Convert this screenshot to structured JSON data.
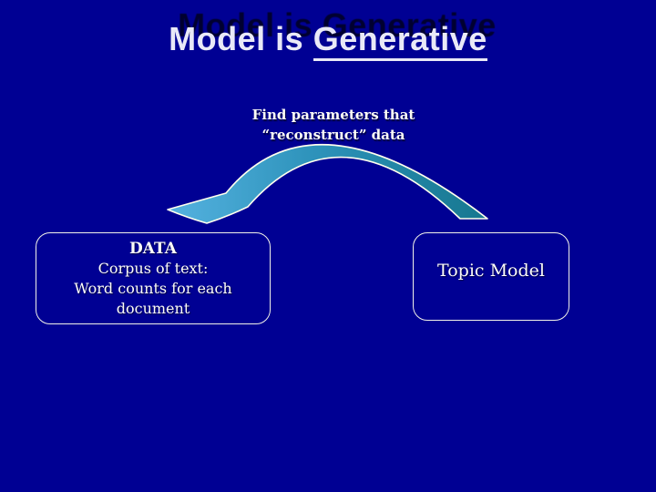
{
  "slide": {
    "background_color": "#000093",
    "title": {
      "plain": "Model is ",
      "underlined": "Generative",
      "text_color": "#E9E9F7"
    },
    "caption": {
      "line1": "Find parameters that",
      "line2": "“reconstruct” data"
    },
    "arrow": {
      "description": "curved-arc-arrow-right-to-left",
      "color_start": "#55B2E0",
      "color_end": "#16778F",
      "outline_color": "#FFFFEE"
    },
    "data_box": {
      "title": "DATA",
      "line1": "Corpus of text:",
      "line2": "Word counts for each document"
    },
    "model_box": {
      "label": "Topic Model"
    }
  }
}
